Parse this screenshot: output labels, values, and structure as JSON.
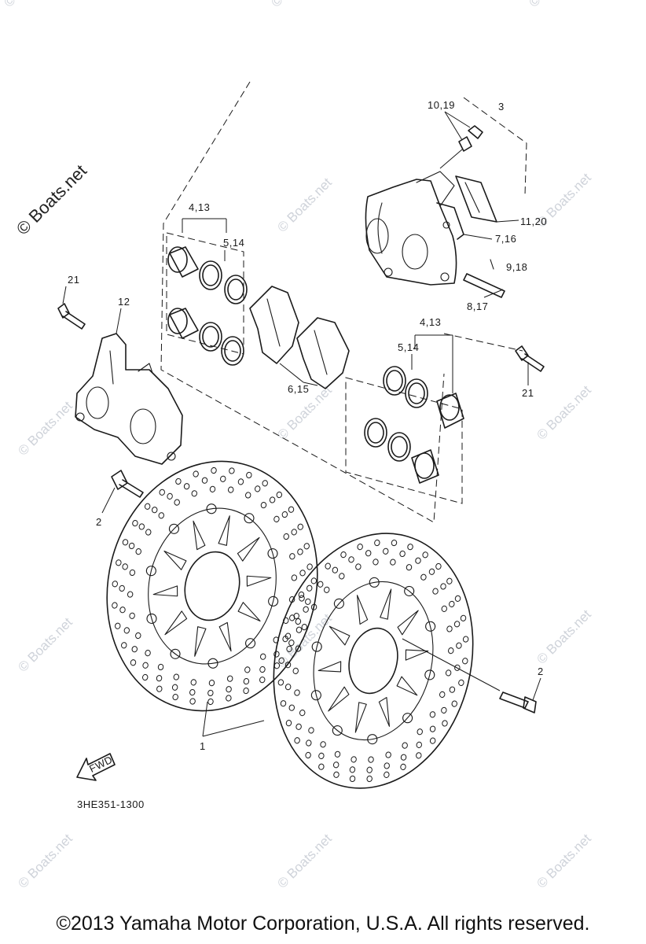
{
  "diagram": {
    "drawing_code": "3HE351-1300",
    "direction_marker": "FWD",
    "callouts": [
      {
        "id": "c-1",
        "text": "1"
      },
      {
        "id": "c-2a",
        "text": "2"
      },
      {
        "id": "c-2b",
        "text": "2"
      },
      {
        "id": "c-3",
        "text": "3"
      },
      {
        "id": "c-4-13a",
        "text": "4,13"
      },
      {
        "id": "c-4-13b",
        "text": "4,13"
      },
      {
        "id": "c-5-14a",
        "text": "5,14"
      },
      {
        "id": "c-5-14b",
        "text": "5,14"
      },
      {
        "id": "c-6-15",
        "text": "6,15"
      },
      {
        "id": "c-7-16",
        "text": "7,16"
      },
      {
        "id": "c-8-17",
        "text": "8,17"
      },
      {
        "id": "c-9-18",
        "text": "9,18"
      },
      {
        "id": "c-10-19",
        "text": "10,19"
      },
      {
        "id": "c-11-20",
        "text": "11,20"
      },
      {
        "id": "c-12",
        "text": "12"
      },
      {
        "id": "c-21a",
        "text": "21"
      },
      {
        "id": "c-21b",
        "text": "21"
      }
    ]
  },
  "watermark": {
    "text": "© Boats.net",
    "main_text": "© Boats.net",
    "color": "#cfd3da"
  },
  "footer": {
    "copyright": "©2013 Yamaha Motor Corporation, U.S.A. All rights reserved."
  }
}
